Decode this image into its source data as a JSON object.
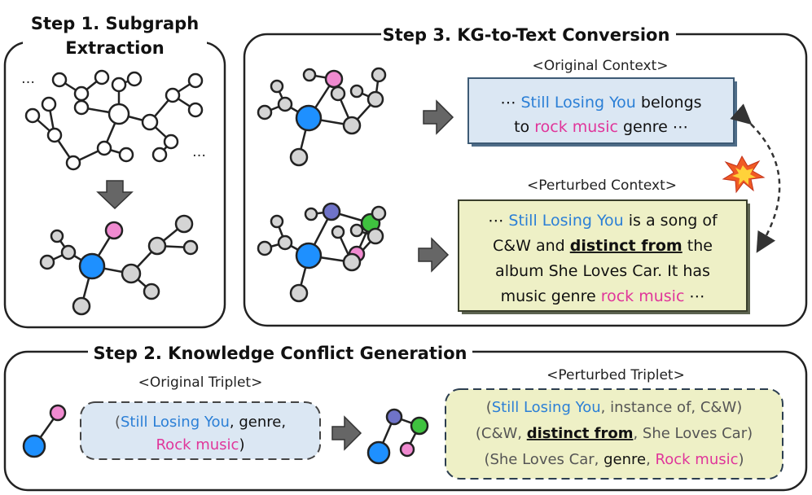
{
  "step1": {
    "title_line1": "Step 1. Subgraph",
    "title_line2": "Extraction",
    "ellipsis": "…"
  },
  "step2": {
    "title": "Step 2. Knowledge Conflict Generation"
  },
  "step3": {
    "title": "Step 3. KG-to-Text Conversion"
  },
  "original_context": {
    "label": "<Original Context>",
    "line1": {
      "prefix": "⋯ ",
      "entity": "Still Losing You",
      "suffix": " belongs"
    },
    "line2": {
      "prefix": "to ",
      "entity": "rock music",
      "suffix": " genre ⋯"
    }
  },
  "perturbed_context": {
    "label": "<Perturbed Context>",
    "line1": {
      "prefix": "⋯ ",
      "entity": "Still Losing You",
      "suffix": " is a song of"
    },
    "line2": {
      "prefix": "C&W and ",
      "emph": "distinct from",
      "suffix": " the"
    },
    "line3": "album She Loves Car. It has",
    "line4": {
      "prefix": "music genre ",
      "entity": "rock music",
      "suffix": " ⋯"
    }
  },
  "original_triplet": {
    "label": "<Original Triplet>",
    "line1": {
      "open": "(",
      "entity": "Still Losing You",
      "rest": ", genre,"
    },
    "line2": {
      "entity": "Rock music",
      "close": ")"
    }
  },
  "perturbed_triplet": {
    "label": "<Perturbed Triplet>",
    "line1": {
      "open": "(",
      "entity": "Still Losing You",
      "rest": ", instance of, C&W)"
    },
    "line2": {
      "open": "(C&W, ",
      "emph": "distinct from",
      "rest": ", She Loves Car)"
    },
    "line3": {
      "open": "(She Loves Car, ",
      "rel": "genre",
      "sep": ", ",
      "entity": "Rock music",
      "close": ")"
    }
  },
  "colors": {
    "anchor_node": "#1e90ff",
    "tail_node": "#f08ad0",
    "conflict_node_1": "#6f73c8",
    "conflict_node_2": "#3fc23f",
    "default_node": "#d4d4d4",
    "original_box": "#dbe7f3",
    "perturbed_box": "#eef0c6",
    "entity_text": "#2b7fd6",
    "genre_text": "#e0359a"
  },
  "icons": [
    "arrow-right-icon",
    "arrow-down-icon",
    "collision-icon",
    "dashed-double-arrow-icon"
  ]
}
